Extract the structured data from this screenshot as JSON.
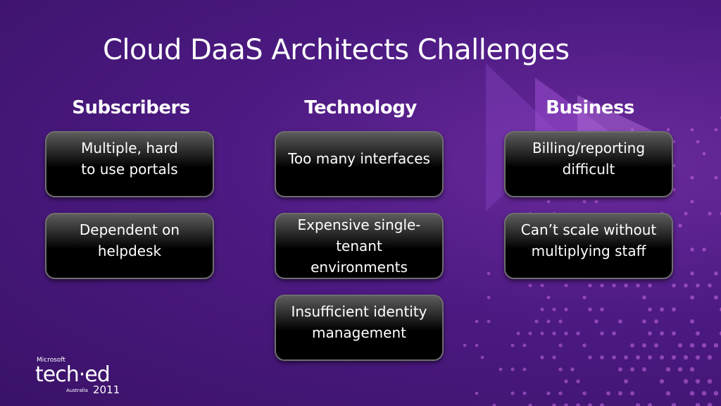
{
  "slide": {
    "title": "Cloud DaaS Architects Challenges",
    "columns": [
      {
        "header": "Subscribers",
        "cards": [
          "Multiple, hard\nto use portals",
          "Dependent on\nhelpdesk"
        ]
      },
      {
        "header": "Technology",
        "cards": [
          "Too many interfaces",
          "Expensive single-\ntenant\nenvironments",
          "Insufficient identity\nmanagement"
        ]
      },
      {
        "header": "Business",
        "cards": [
          "Billing/reporting difficult",
          "Can’t scale without\nmultiplying staff"
        ]
      }
    ]
  },
  "logo": {
    "brand": "Microsoft",
    "name": "tech·ed",
    "region": "Australia",
    "year": "2011"
  },
  "colors": {
    "background": "#4c1a82",
    "accent": "#8a3cc8",
    "card": "#000000"
  }
}
